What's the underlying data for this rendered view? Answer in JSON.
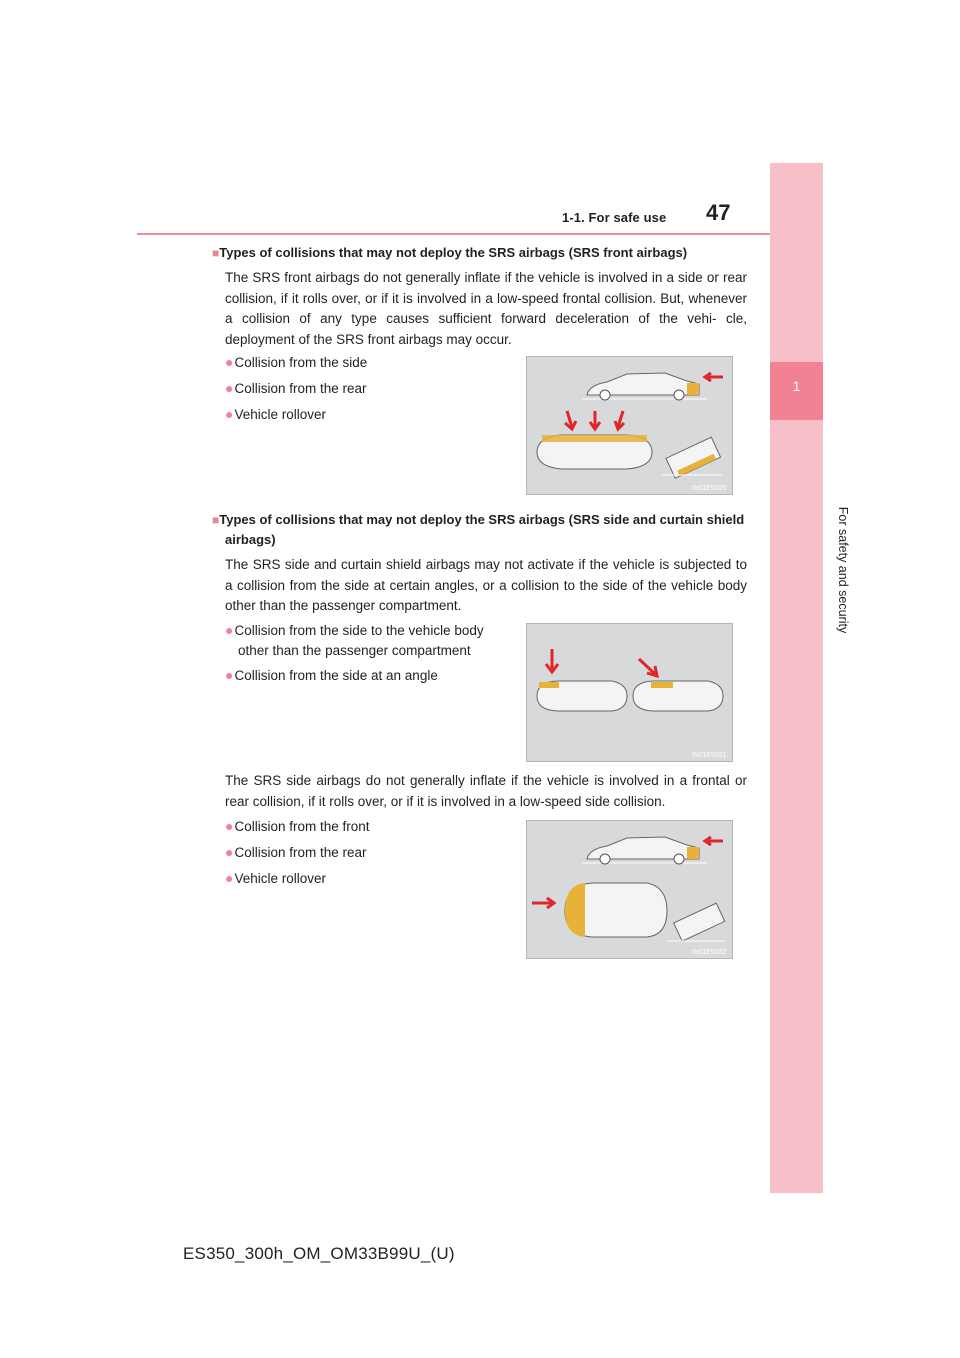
{
  "header": {
    "section": "1-1. For safe use",
    "page_number": "47"
  },
  "side_tab": {
    "chapter_number": "1",
    "chapter_title": "For safety and security"
  },
  "section1": {
    "heading": "Types of collisions that may not deploy the SRS airbags (SRS front airbags)",
    "paragraph": "The SRS front airbags do not generally inflate if the vehicle is involved in a side or rear collision, if it rolls over, or if it is involved in a low-speed frontal collision. But, whenever a collision of any type causes sufficient forward deceleration of the vehi- cle, deployment of the SRS front airbags may occur.",
    "bullets": [
      "Collision from the side",
      "Collision from the rear",
      "Vehicle rollover"
    ],
    "figure_code": "IN11E5020"
  },
  "section2": {
    "heading_line1": "Types of collisions that may not deploy the SRS airbags (SRS side and curtain shield",
    "heading_line2": "airbags)",
    "paragraph": "The SRS side and curtain shield airbags may not activate if the vehicle is subjected to a collision from the side at certain angles, or a collision to the side of the vehicle body other than the passenger compartment.",
    "bullet1_line1": "Collision from the side to the vehicle body",
    "bullet1_line2": "other than the passenger compartment",
    "bullet2": "Collision from the side at an angle",
    "figure_code": "IN11E5021",
    "paragraph2": "The SRS side airbags do not generally inflate if the vehicle is involved in a frontal or rear collision, if it rolls over, or if it is involved in a low-speed side collision.",
    "bullets2": [
      "Collision from the front",
      "Collision from the rear",
      "Vehicle rollover"
    ],
    "figure2_code": "IN11E5022"
  },
  "footer": {
    "code": "ES350_300h_OM_OM33B99U_(U)"
  },
  "colors": {
    "accent": "#f08294",
    "tab": "#f7c0c9",
    "arrow": "#e0262b",
    "airbag": "#e8b23a"
  },
  "bullet_symbol": "●",
  "heading_symbol": "■"
}
